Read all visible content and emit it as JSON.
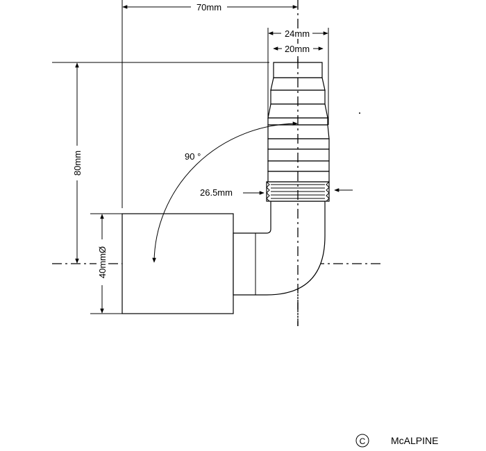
{
  "dimensions": {
    "width_70": "70mm",
    "width_24": "24mm",
    "width_20": "20mm",
    "height_80": "80mm",
    "diameter_40": "40mmØ",
    "thread": "26.5mm",
    "angle": "90 °"
  },
  "copyright": {
    "symbol": "C",
    "brand": "McALPINE"
  }
}
